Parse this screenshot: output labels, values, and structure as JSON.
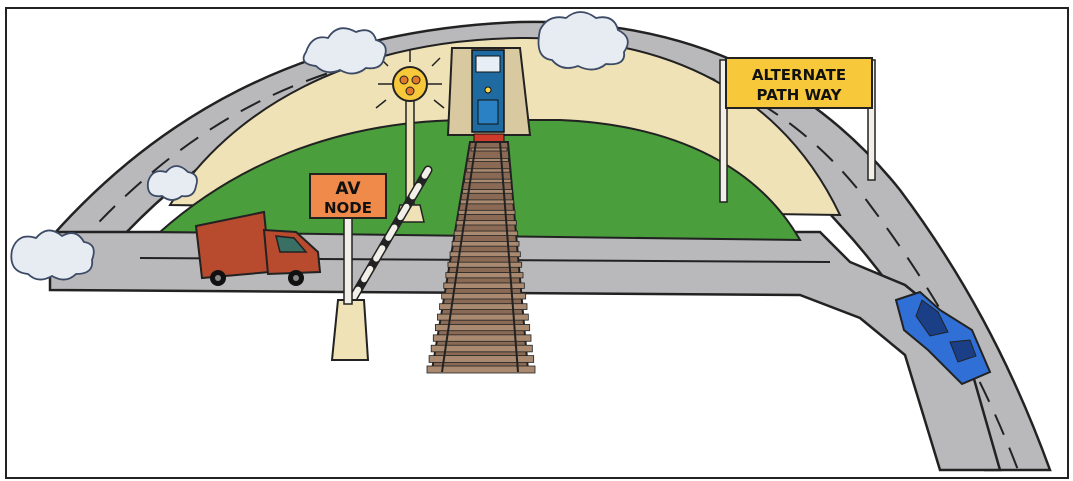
{
  "signs": {
    "av_node": {
      "line1": "AV",
      "line2": "NODE"
    },
    "alternate_pathway": {
      "line1": "ALTERNATE",
      "line2": "PATH WAY"
    }
  },
  "colors": {
    "road": "#b9b9bb",
    "hill_top": "#efe2b6",
    "grass": "#4a9e3c",
    "sign_orange": "#f08a4b",
    "sign_yellow": "#f6c83a",
    "truck": "#b84a2e",
    "car": "#2f6fd6",
    "track": "#8a6a55"
  },
  "icons": [
    "traffic-signal-icon",
    "railroad-gate-icon",
    "truck-icon",
    "car-icon",
    "smoke-cloud-icon",
    "train-icon"
  ]
}
